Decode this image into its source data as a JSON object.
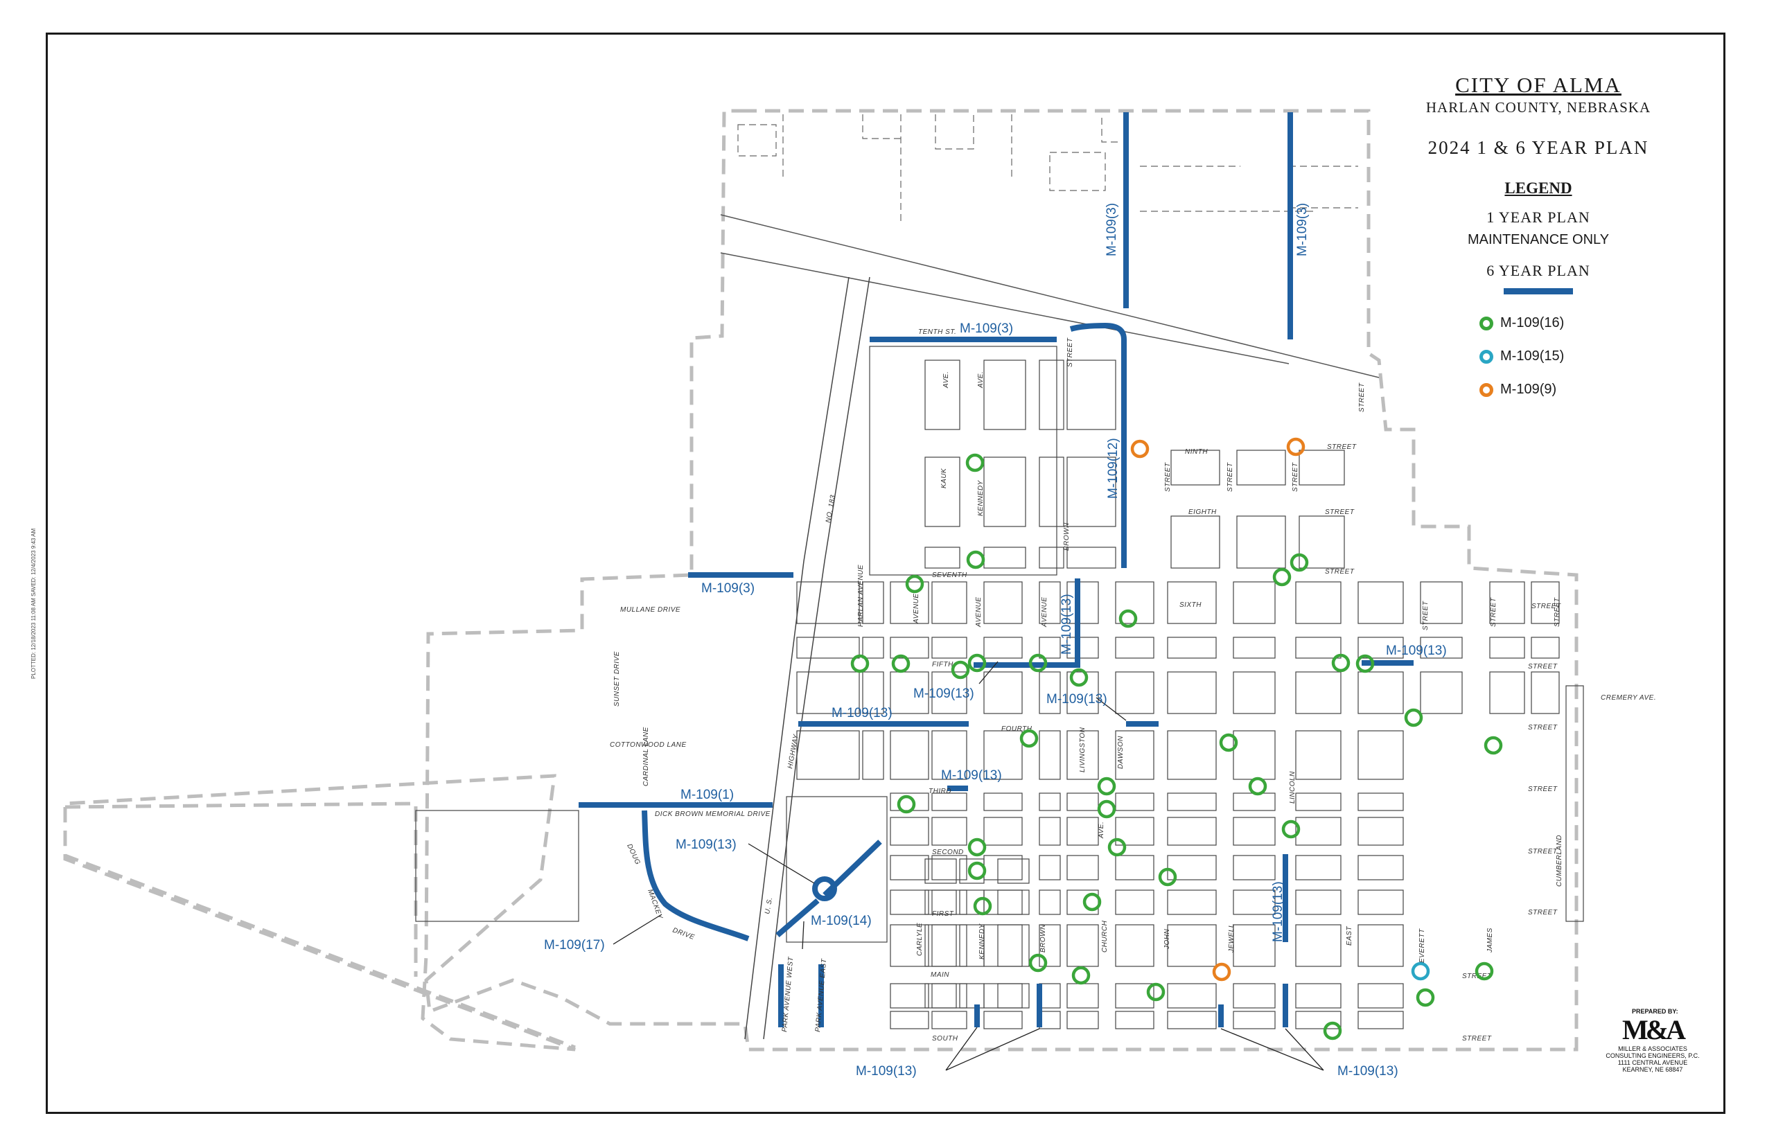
{
  "title_block": {
    "city": "CITY OF ALMA",
    "county": "HARLAN COUNTY, NEBRASKA",
    "plan_title": "2024 1 & 6 YEAR PLAN"
  },
  "legend": {
    "heading": "LEGEND",
    "one_year_label": "1 YEAR PLAN",
    "maintenance_label": "MAINTENANCE ONLY",
    "six_year_label": "6 YEAR PLAN",
    "entries": [
      {
        "label": "M-109(16)",
        "color": "#3aa63a"
      },
      {
        "label": "M-109(15)",
        "color": "#2aa6c4"
      },
      {
        "label": "M-109(9)",
        "color": "#e8801f"
      }
    ]
  },
  "colors": {
    "six_year": "#1f5fa0",
    "green": "#3aa63a",
    "cyan": "#2aa6c4",
    "orange": "#e8801f",
    "limits": "#bdbdbd"
  },
  "streets": {
    "tenth": "TENTH ST.",
    "ninth": "NINTH",
    "eighth": "EIGHTH",
    "seventh": "SEVENTH",
    "sixth": "SIXTH",
    "fifth": "FIFTH",
    "fourth": "FOURTH",
    "third": "THIRD",
    "second": "SECOND",
    "first": "FIRST",
    "main": "MAIN",
    "south": "SOUTH",
    "street": "STREET",
    "avenue": "AVENUE",
    "harlan_avenue": "HARLAN AVENUE",
    "kennedy": "KENNEDY",
    "kaunk": "KAUK",
    "ave": "AVE.",
    "brown": "BROWN",
    "church": "CHURCH",
    "john": "JOHN",
    "jewell": "JEWELL",
    "lincoln": "LINCOLN",
    "east": "EAST",
    "everett": "EVERETT",
    "james": "JAMES",
    "cumberland": "CUMBERLAND",
    "carlyle": "CARLYLE",
    "livingston": "LIVINGSTON",
    "dawson": "DAWSON",
    "cremery": "CREMERY AVE.",
    "highway": "HIGHWAY",
    "us": "U. S.",
    "no183": "NO. 183",
    "park_west": "PARK AVENUE WEST",
    "park_east": "PARK AVENUE EAST",
    "mullane": "MULLANE DRIVE",
    "sunset": "SUNSET DRIVE",
    "cottonwood": "COTTONWOOD LANE",
    "cardinal": "CARDINAL LANE",
    "dick_brown": "DICK BROWN MEMORIAL DRIVE",
    "doug": "DOUG",
    "mackey": "MACKEY",
    "drive": "DRIVE"
  },
  "plan_labels": {
    "m3": "M-109(3)",
    "m12": "M-109(12)",
    "m13": "M-109(13)",
    "m1": "M-109(1)",
    "m14": "M-109(14)",
    "m17": "M-109(17)"
  },
  "prepared": {
    "label": "PREPARED BY:",
    "logo": "M&A",
    "firm_line1": "MILLER & ASSOCIATES",
    "firm_line2": "CONSULTING ENGINEERS, P.C.",
    "address1": "1111 CENTRAL AVENUE",
    "address2": "KEARNEY, NE 68847"
  },
  "plot_info": "PLOTTED: 12/18/2023 11:08 AM    SAVED: 12/4/2023 9:43 AM"
}
